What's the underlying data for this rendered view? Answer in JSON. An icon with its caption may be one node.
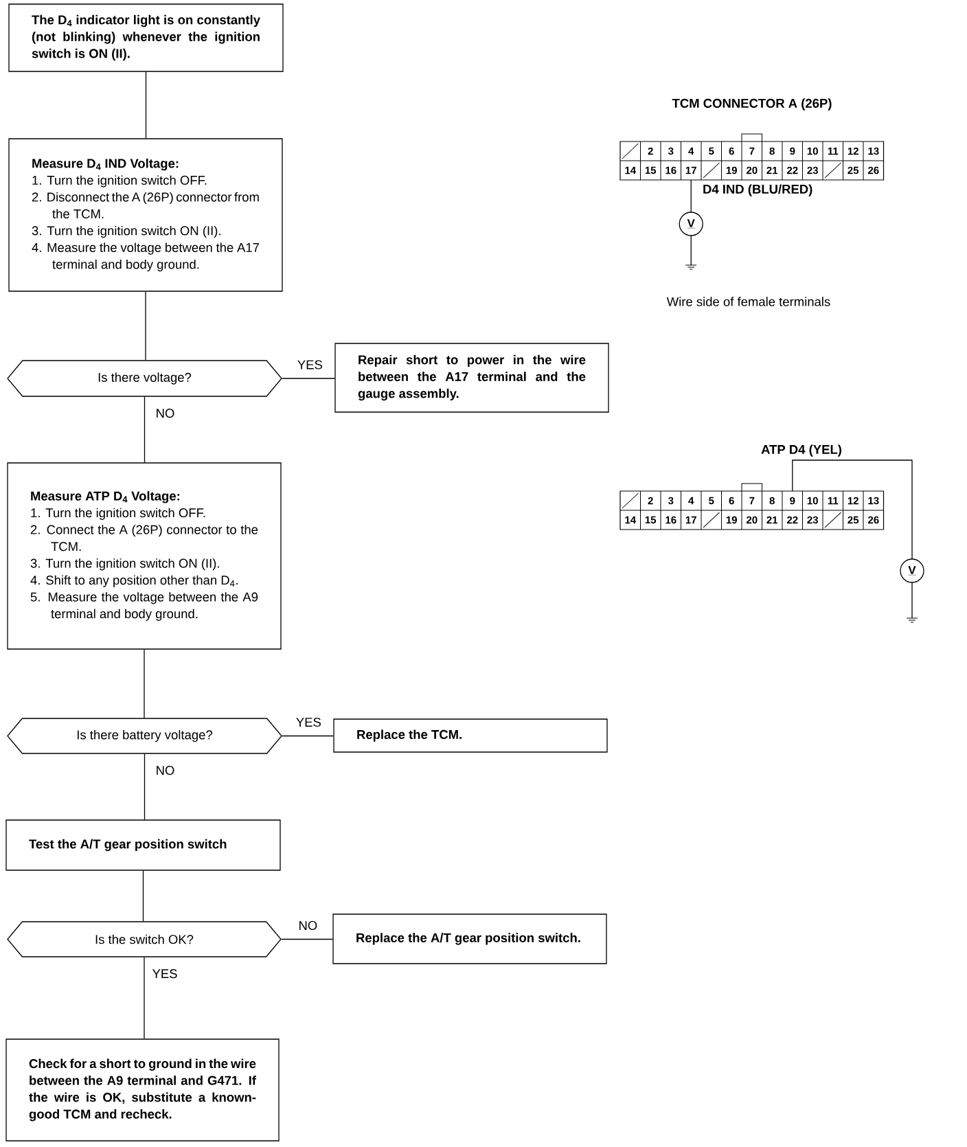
{
  "diagram": {
    "nodes": [
      {
        "text": [
          "The D$_{4}$ indicator light is on constantly (not blinking) whenever the ignition switch is ON (II)."
        ]
      },
      {
        "text": [
          "Measure D$_{4}$ IND Voltage:",
          "1. Turn the ignition switch OFF.",
          "2. Disconnect the A (26P) connector from the TCM.",
          "3. Turn the ignition switch ON (II).",
          "4. Measure the voltage between the A17 terminal and body ground."
        ]
      },
      {
        "text": [
          "Is there voltage?"
        ]
      },
      {
        "text": [
          "Repair short to power in the wire between the A17 terminal and the gauge assembly."
        ]
      },
      {
        "text": [
          "Measure ATP D$_{4}$ Voltage:",
          "1. Turn the ignition switch OFF.",
          "2. Connect the A (26P) connector to the TCM.",
          "3. Turn the ignition switch ON (II).",
          "4. Shift to any position other than D$_{4}$.",
          "5. Measure the voltage between the A9 terminal and body ground."
        ]
      },
      {
        "text": [
          "Is there battery voltage?"
        ]
      },
      {
        "text": [
          "Replace the TCM."
        ]
      },
      {
        "text": [
          "Test the A/T gear position switch"
        ]
      },
      {
        "text": [
          "Is the switch OK?"
        ]
      },
      {
        "text": [
          "Replace the A/T gear position switch."
        ]
      },
      {
        "text": [
          "Check for a short to ground in the wire between the A9 terminal and G471. If the wire is OK, substitute a known-good TCM and recheck."
        ]
      }
    ],
    "edges": [
      {
        "from": 0,
        "to": 1,
        "arrow": "none"
      },
      {
        "from": 1,
        "to": 2,
        "arrow": "none"
      },
      {
        "from": 2,
        "to": 3,
        "arrow": "none",
        "label": "YES"
      },
      {
        "from": 2,
        "to": 4,
        "arrow": "none",
        "label": "NO"
      },
      {
        "from": 4,
        "to": 5,
        "arrow": "none"
      },
      {
        "from": 5,
        "to": 6,
        "arrow": "none",
        "label": "YES"
      },
      {
        "from": 5,
        "to": 7,
        "arrow": "none",
        "label": "NO"
      },
      {
        "from": 7,
        "to": 8,
        "arrow": "none"
      },
      {
        "from": 8,
        "to": 9,
        "arrow": "none",
        "label": "NO"
      },
      {
        "from": 8,
        "to": 10,
        "arrow": "none",
        "label": "YES"
      }
    ],
    "labels": [
      "TCM CONNECTOR A (26P)",
      "2",
      "3",
      "4",
      "5",
      "6",
      "7",
      "8",
      "9",
      "10",
      "11",
      "12",
      "13",
      "14",
      "15",
      "16",
      "17",
      "19",
      "20",
      "21",
      "22",
      "23",
      "25",
      "26",
      "D4 IND (BLU/RED)",
      "V",
      "Wire side of female terminals",
      "ATP D4 (YEL)",
      "2",
      "3",
      "4",
      "5",
      "6",
      "7",
      "8",
      "9",
      "10",
      "11",
      "12",
      "13",
      "14",
      "15",
      "16",
      "17",
      "19",
      "20",
      "21",
      "22",
      "23",
      "25",
      "26",
      "V"
    ]
  }
}
